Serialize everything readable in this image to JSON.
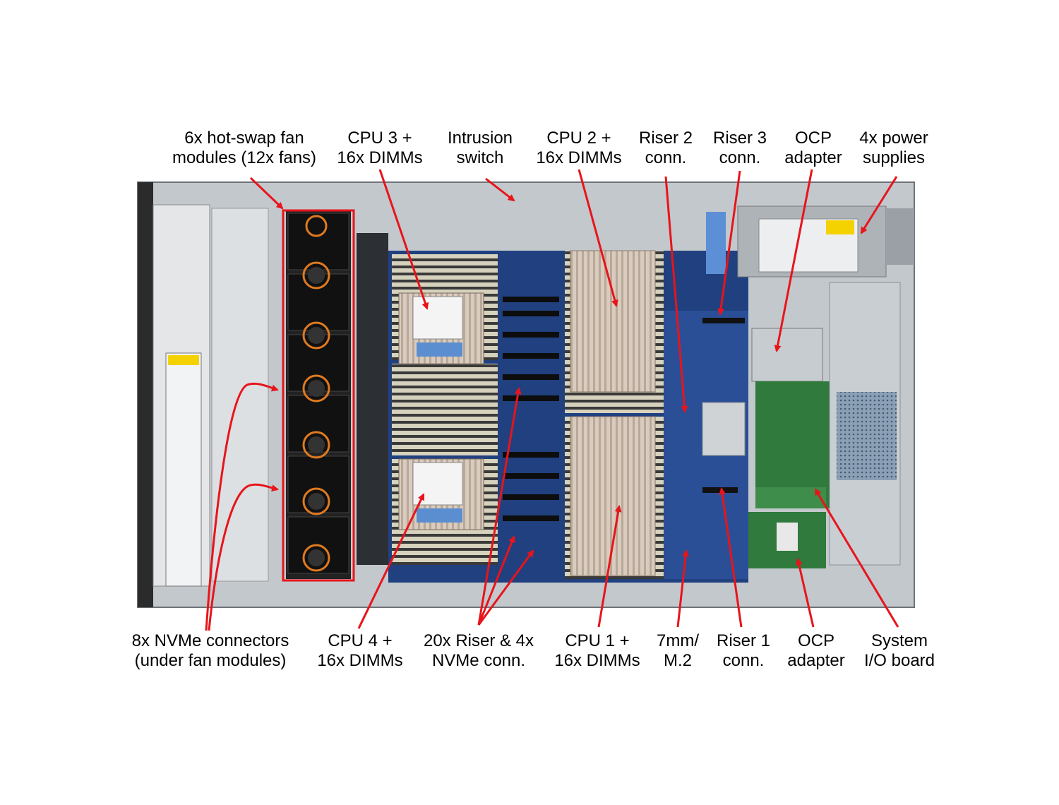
{
  "colors": {
    "annotation": "#e8141b",
    "board": "#1f3d7a",
    "chassis": "#b9bec4",
    "heatsink": "#d8c8b8",
    "fan": "#1c1c1c",
    "ocp": "#2f7a3c",
    "psu": "#a9aeb3",
    "dimm": "#c9c2a3"
  },
  "labels_top": [
    {
      "id": "fan-modules",
      "line1": "6x hot-swap fan",
      "line2": "modules (12x fans)"
    },
    {
      "id": "cpu3",
      "line1": "CPU 3 +",
      "line2": "16x DIMMs"
    },
    {
      "id": "intrusion",
      "line1": "Intrusion",
      "line2": "switch"
    },
    {
      "id": "cpu2",
      "line1": "CPU 2 +",
      "line2": "16x DIMMs"
    },
    {
      "id": "riser2",
      "line1": "Riser 2",
      "line2": "conn."
    },
    {
      "id": "riser3",
      "line1": "Riser 3",
      "line2": "conn."
    },
    {
      "id": "ocp-top",
      "line1": "OCP",
      "line2": "adapter"
    },
    {
      "id": "psu",
      "line1": "4x power",
      "line2": "supplies"
    }
  ],
  "labels_bottom": [
    {
      "id": "nvme",
      "line1": "8x NVMe connectors",
      "line2": "(under fan modules)"
    },
    {
      "id": "cpu4",
      "line1": "CPU 4 +",
      "line2": "16x DIMMs"
    },
    {
      "id": "riser-nvme",
      "line1": "20x Riser & 4x",
      "line2": "NVMe conn."
    },
    {
      "id": "cpu1",
      "line1": "CPU 1 +",
      "line2": "16x DIMMs"
    },
    {
      "id": "m2",
      "line1": "7mm/",
      "line2": "M.2"
    },
    {
      "id": "riser1",
      "line1": "Riser 1",
      "line2": "conn."
    },
    {
      "id": "ocp-bottom",
      "line1": "OCP",
      "line2": "adapter"
    },
    {
      "id": "sysio",
      "line1": "System",
      "line2": "I/O board"
    }
  ]
}
